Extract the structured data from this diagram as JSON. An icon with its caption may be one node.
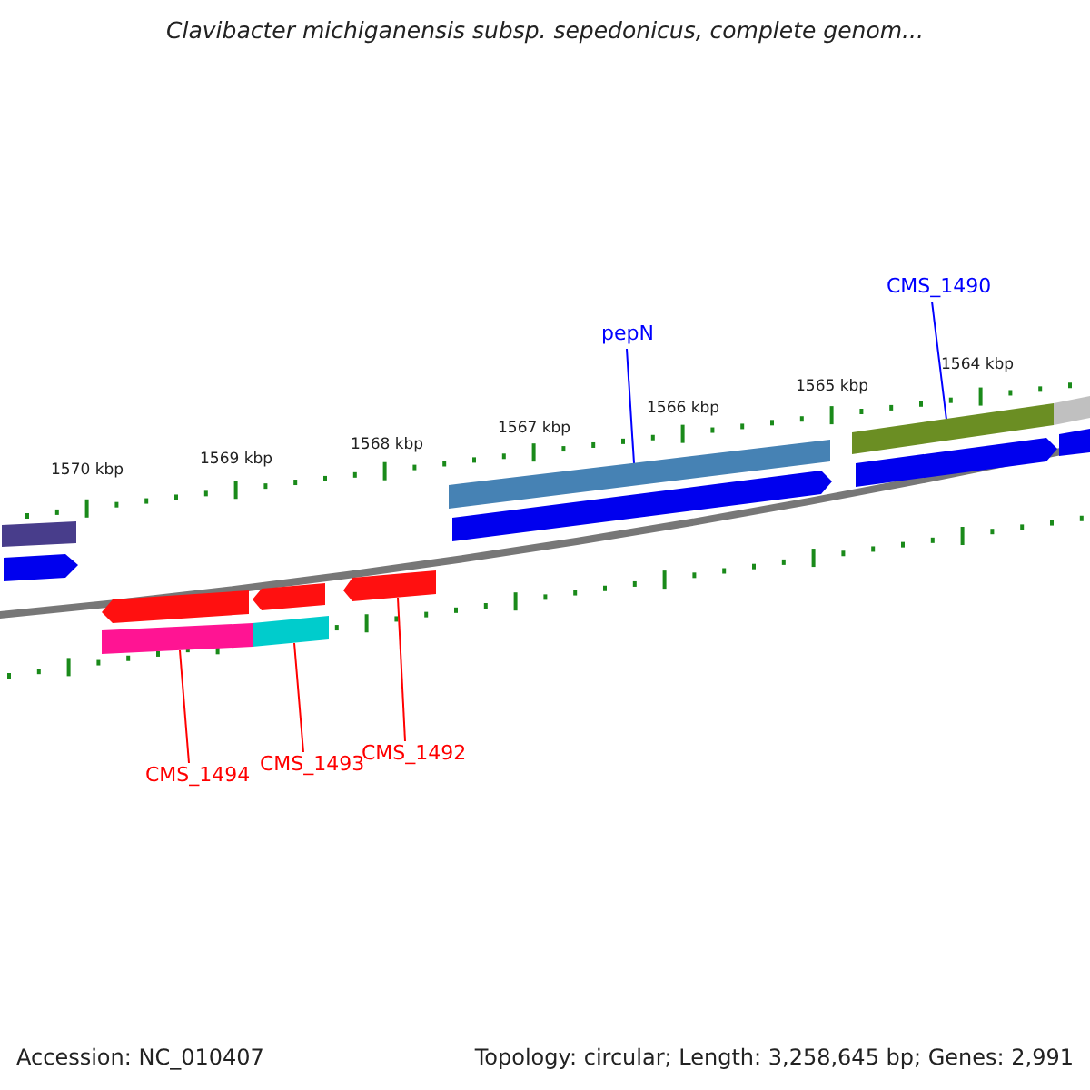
{
  "diagram": {
    "title": "Clavibacter michiganensis subsp. sepedonicus, complete genom...",
    "nodes": [
      {
        "text": [
          "pepN"
        ]
      },
      {
        "text": [],
        "shape": "bar"
      },
      {
        "text": [
          "CMS_1490"
        ]
      },
      {
        "text": [],
        "shape": "bar"
      },
      {
        "text": [
          "CMS_1494"
        ]
      },
      {
        "text": [],
        "shape": "bar"
      },
      {
        "text": [
          "CMS_1493"
        ]
      },
      {
        "text": [],
        "shape": "bar"
      },
      {
        "text": [
          "CMS_1492"
        ]
      },
      {
        "text": [],
        "shape": "bar"
      },
      {
        "text": [],
        "shape": "bar"
      },
      {
        "text": [],
        "shape": "bar"
      },
      {
        "text": [],
        "shape": "bar"
      },
      {
        "text": [],
        "shape": "bar"
      },
      {
        "text": [],
        "shape": "bar"
      },
      {
        "text": [],
        "shape": "bar"
      },
      {
        "text": [],
        "shape": "bar"
      },
      {
        "text": [],
        "shape": "bar"
      }
    ],
    "edges": [
      {
        "from": 0,
        "to": 1,
        "arrow": "none",
        "color": "#0000ff"
      },
      {
        "from": 2,
        "to": 3,
        "arrow": "none",
        "color": "#0000ff"
      },
      {
        "from": 4,
        "to": 5,
        "arrow": "none"
      },
      {
        "from": 6,
        "to": 7,
        "arrow": "none"
      },
      {
        "from": 8,
        "to": 9,
        "arrow": "none"
      }
    ],
    "labels": [
      "1570 kbp",
      "1569 kbp",
      "1568 kbp",
      "1567 kbp",
      "1566 kbp",
      "1565 kbp",
      "1564 kbp",
      "Accession: NC_010407",
      "Topology: circular; Length: 3,258,645 bp; Genes: 2,991"
    ]
  }
}
